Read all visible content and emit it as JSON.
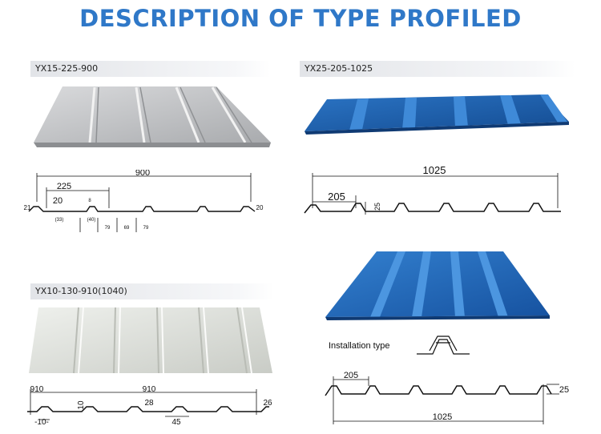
{
  "page": {
    "title": "DESCRIPTION OF TYPE PROFILED"
  },
  "panels": [
    {
      "label": "YX15-225-900",
      "dims": {
        "overall": "900",
        "pitch": "225",
        "rib": "20",
        "height_left": "21",
        "height_right": "20",
        "d1": "8",
        "d2": "(33)",
        "d3": "(40)",
        "d4": "79",
        "d5": "69",
        "d6": "79"
      }
    },
    {
      "label": "YX25-205-1025",
      "color": "#1e5fb0",
      "dims": {
        "overall": "1025",
        "pitch": "205",
        "height": "25"
      }
    },
    {
      "label": "YX10-130-910(1040)",
      "dims": {
        "left": "910",
        "center": "910",
        "d10": "10",
        "d28": "28",
        "left_edge": "-10-",
        "height": "26",
        "bottom": "45"
      }
    },
    {
      "color": "#1e5fb0",
      "installation_label": "Installation type",
      "dims": {
        "pitch": "205",
        "height": "25",
        "overall": "1025"
      }
    }
  ]
}
